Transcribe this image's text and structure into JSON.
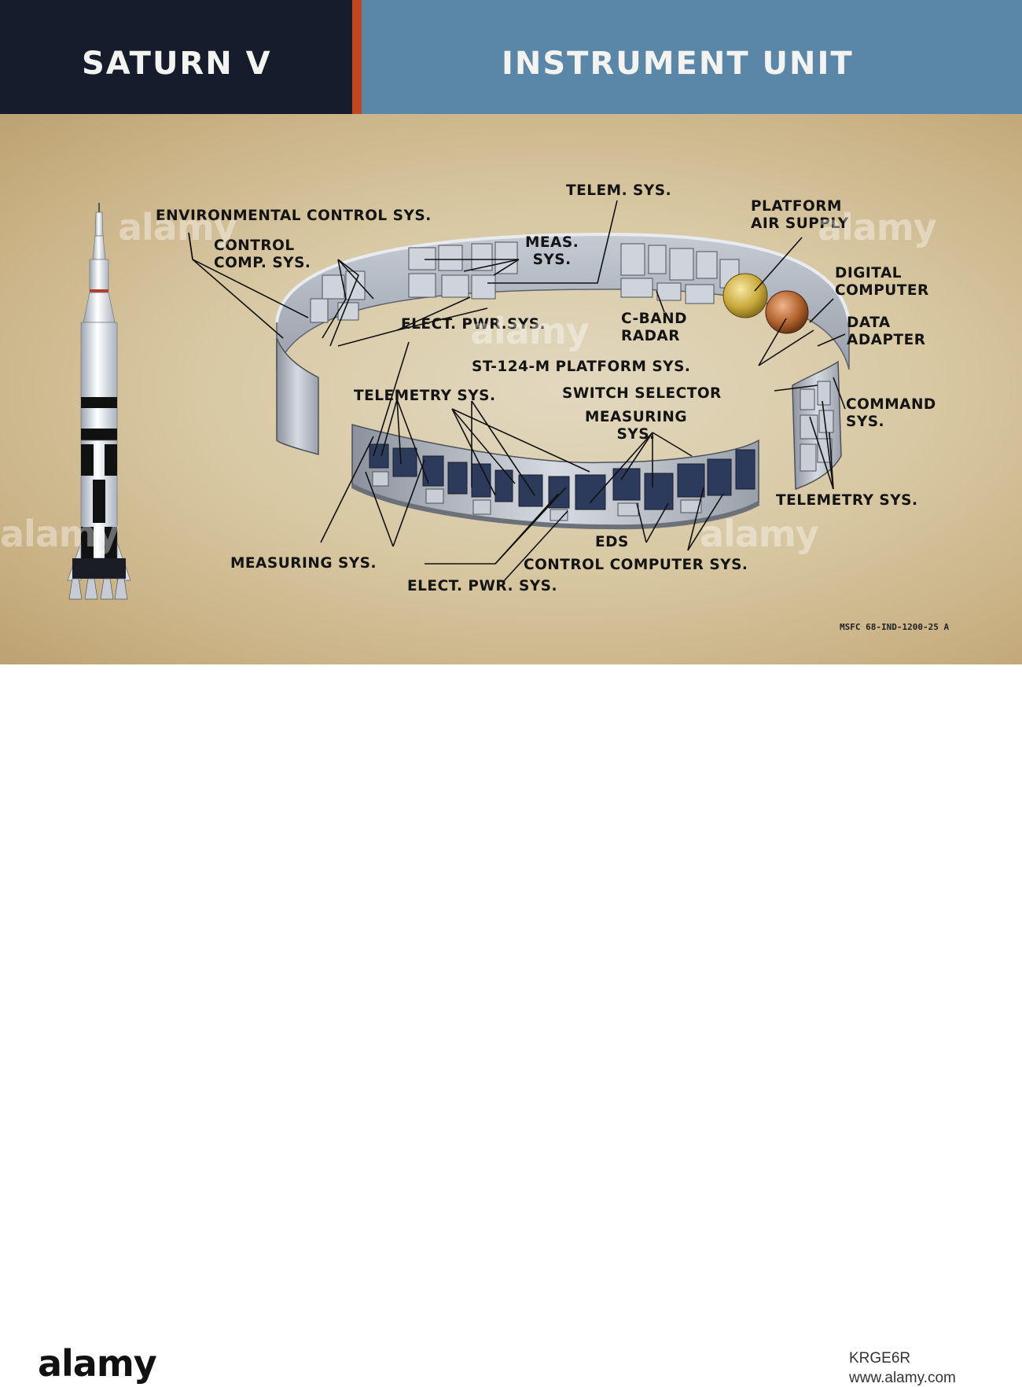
{
  "header": {
    "left_title": "SATURN V",
    "right_title": "INSTRUMENT  UNIT"
  },
  "labels": {
    "telem_sys": "TELEM. SYS.",
    "environmental_control": "ENVIRONMENTAL CONTROL SYS.",
    "control_comp": "CONTROL\nCOMP. SYS.",
    "meas_sys": "MEAS.\nSYS.",
    "platform_air": "PLATFORM\nAIR SUPPLY",
    "digital_computer": "DIGITAL\nCOMPUTER",
    "data_adapter": "DATA\nADAPTER",
    "elect_pwr_top": "ELECT. PWR.SYS.",
    "c_band_radar": "C-BAND\nRADAR",
    "st124": "ST-124-M PLATFORM SYS.",
    "telemetry_left": "TELEMETRY SYS.",
    "switch_selector": "SWITCH SELECTOR",
    "command_sys": "COMMAND\nSYS.",
    "measuring_right": "MEASURING\nSYS.",
    "telemetry_right": "TELEMETRY SYS.",
    "eds": "EDS",
    "measuring_bottom": "MEASURING SYS.",
    "control_computer": "CONTROL COMPUTER SYS.",
    "elect_pwr_bottom": "ELECT. PWR. SYS."
  },
  "document_code": "MSFC 68-IND-1200-25 A",
  "watermark": {
    "brand": "alamy",
    "image_id": "KRGE6R",
    "website": "www.alamy.com"
  },
  "colors": {
    "header_left": "#161c2b",
    "header_divider": "#c2461f",
    "header_right": "#5a87a8",
    "background_tan": "#d8c9a4",
    "ring_metal": "#b7bcc6",
    "sphere_gold": "#c9a93a",
    "sphere_copper": "#b0622c"
  }
}
